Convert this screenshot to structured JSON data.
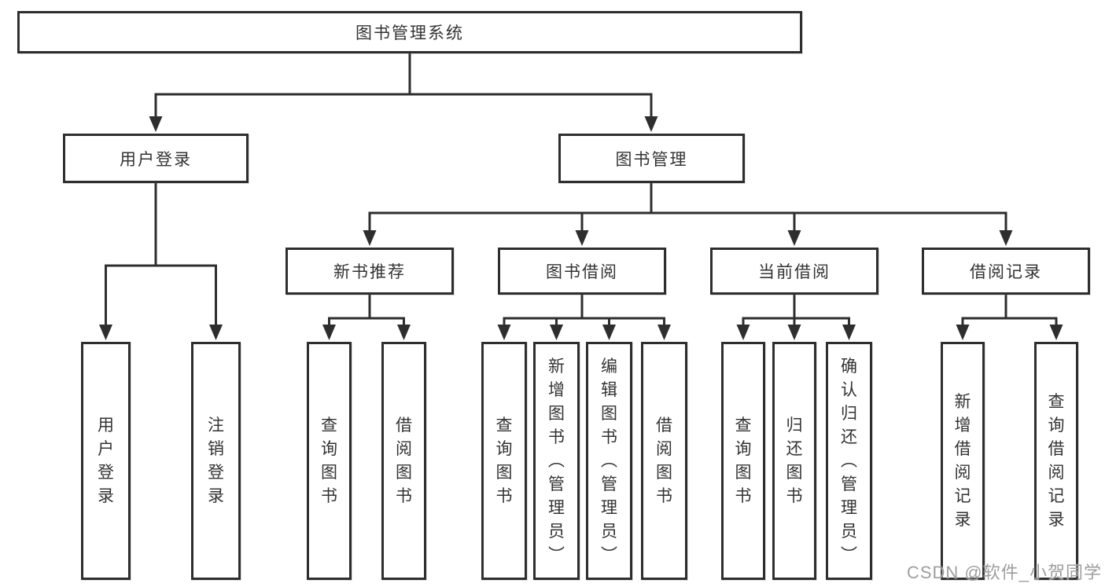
{
  "tree": {
    "label": "图书管理系统",
    "children": [
      {
        "label": "用户登录",
        "children": [
          {
            "label": "用户登录"
          },
          {
            "label": "注销登录"
          }
        ]
      },
      {
        "label": "图书管理",
        "children": [
          {
            "label": "新书推荐",
            "children": [
              {
                "label": "查询图书"
              },
              {
                "label": "借阅图书"
              }
            ]
          },
          {
            "label": "图书借阅",
            "children": [
              {
                "label": "查询图书"
              },
              {
                "label": "新增图书（管理员）"
              },
              {
                "label": "编辑图书（管理员）"
              },
              {
                "label": "借阅图书"
              }
            ]
          },
          {
            "label": "当前借阅",
            "children": [
              {
                "label": "查询图书"
              },
              {
                "label": "归还图书"
              },
              {
                "label": "确认归还（管理员）"
              }
            ]
          },
          {
            "label": "借阅记录",
            "children": [
              {
                "label": "新增借阅记录"
              },
              {
                "label": "查询借阅记录"
              }
            ]
          }
        ]
      }
    ]
  },
  "watermark": "CSDN @软件_小贺同学",
  "colors": {
    "line": "#2e2e2e",
    "text": "#333333",
    "background": "#ffffff",
    "watermark": "#9e9e9e"
  }
}
